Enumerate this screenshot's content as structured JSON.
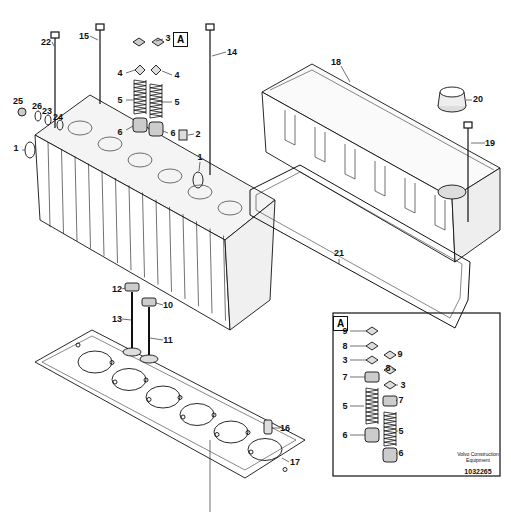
{
  "diagram": {
    "nodes": [
      {
        "text": [
          "A"
        ]
      },
      {
        "text": [
          "A"
        ]
      }
    ],
    "labels": [
      "22",
      "15",
      "3",
      "14",
      "4",
      "4",
      "5",
      "5",
      "25",
      "26",
      "23",
      "24",
      "6",
      "6",
      "2",
      "1",
      "1",
      "18",
      "20",
      "19",
      "21",
      "12",
      "10",
      "13",
      "11",
      "16",
      "17",
      "9",
      "8",
      "3",
      "7",
      "9",
      "8",
      "3",
      "7",
      "5",
      "5",
      "6",
      "6",
      "Volvo Construction Equipment",
      "1032265"
    ]
  }
}
